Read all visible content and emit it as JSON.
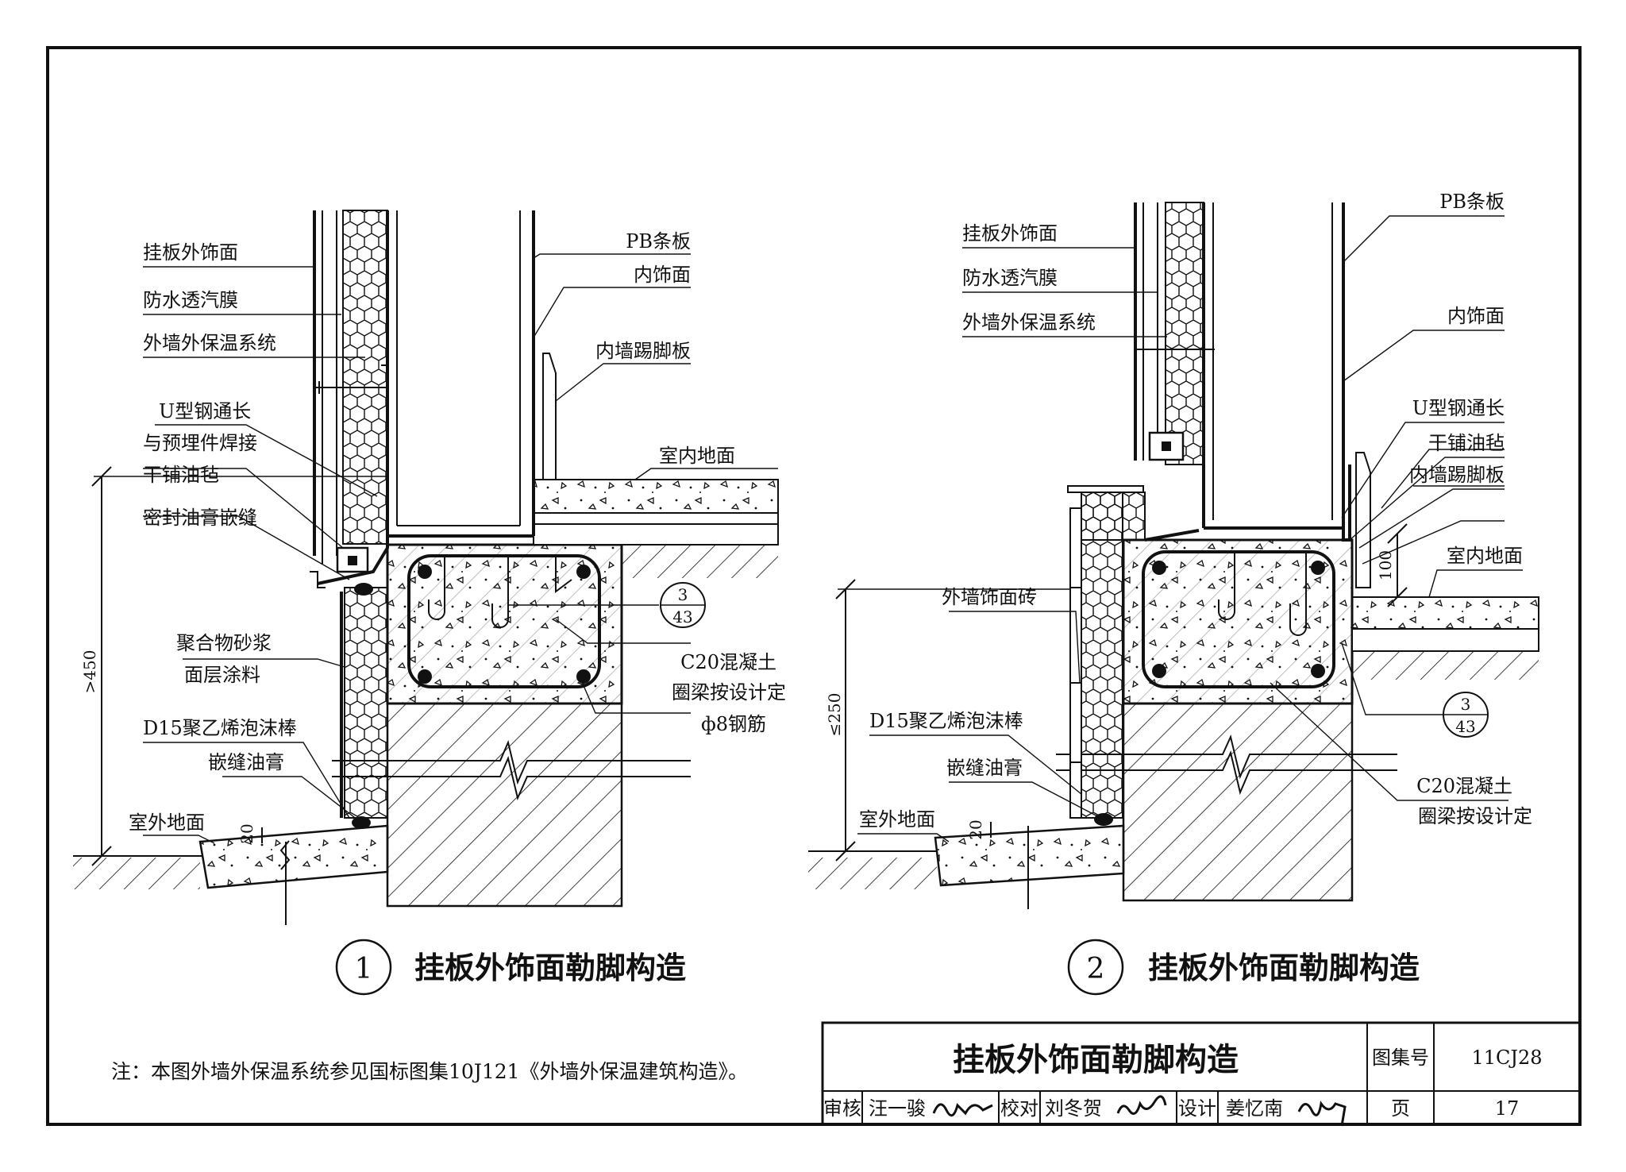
{
  "detail1": {
    "number": "1",
    "caption": "挂板外饰面勒脚构造",
    "labels": {
      "cladding": "挂板外饰面",
      "membrane": "防水透汽膜",
      "insulation": "外墙外保温系统",
      "u_steel_1": "U型钢通长",
      "u_steel_2": "与预埋件焊接",
      "felt": "干铺油毡",
      "sealant_joint": "密封油膏嵌缝",
      "mortar_1": "聚合物砂浆",
      "mortar_2": "面层涂料",
      "foam_rod": "D15聚乙烯泡沫棒",
      "caulk": "嵌缝油膏",
      "outdoor_ground": "室外地面",
      "pb_board": "PB条板",
      "inner_finish": "内饰面",
      "skirting": "内墙踢脚板",
      "indoor_floor": "室内地面",
      "concrete_1": "C20混凝土",
      "concrete_2": "圈梁按设计定",
      "rebar": "ф8钢筋",
      "ref_top": "3",
      "ref_bottom": "43",
      "dim_height": ">450",
      "dim_gap": "20"
    }
  },
  "detail2": {
    "number": "2",
    "caption": "挂板外饰面勒脚构造",
    "labels": {
      "cladding": "挂板外饰面",
      "membrane": "防水透汽膜",
      "insulation": "外墙外保温系统",
      "pb_board": "PB条板",
      "inner_finish": "内饰面",
      "u_steel": "U型钢通长",
      "felt": "干铺油毡",
      "skirting": "内墙踢脚板",
      "indoor_floor": "室内地面",
      "tile": "外墙饰面砖",
      "foam_rod": "D15聚乙烯泡沫棒",
      "caulk": "嵌缝油膏",
      "outdoor_ground": "室外地面",
      "concrete_1": "C20混凝土",
      "concrete_2": "圈梁按设计定",
      "ref_top": "3",
      "ref_bottom": "43",
      "dim_height": "≤250",
      "dim_gap": "20",
      "dim_step": "100"
    }
  },
  "note": "注：本图外墙外保温系统参见国标图集10J121《外墙外保温建筑构造》。",
  "title_block": {
    "title": "挂板外饰面勒脚构造",
    "atlas_label": "图集号",
    "atlas_no": "11CJ28",
    "review_label": "审核",
    "reviewer": "汪一骏",
    "check_label": "校对",
    "checker": "刘冬贺",
    "design_label": "设计",
    "designer": "姜忆南",
    "page_label": "页",
    "page_no": "17"
  }
}
